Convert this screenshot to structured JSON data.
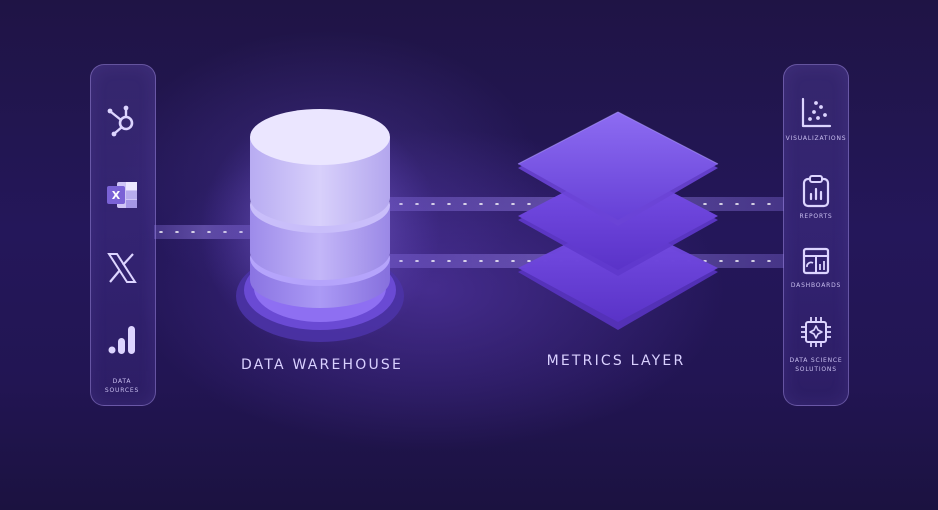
{
  "diagram": {
    "data_sources": {
      "icons": [
        "hubspot-icon",
        "excel-icon",
        "x-icon",
        "google-analytics-icon"
      ],
      "caption_line1": "DATA",
      "caption_line2": "SOURCES"
    },
    "warehouse_label": "DATA WAREHOUSE",
    "metrics_label": "METRICS LAYER",
    "outputs": [
      {
        "icon": "scatter-chart-icon",
        "line1": "VISUALIZATIONS",
        "line2": ""
      },
      {
        "icon": "clipboard-report-icon",
        "line1": "REPORTS",
        "line2": ""
      },
      {
        "icon": "dashboard-icon",
        "line1": "DASHBOARDS",
        "line2": ""
      },
      {
        "icon": "cpu-chip-icon",
        "line1": "DATA SCIENCE",
        "line2": "SOLUTIONS"
      }
    ],
    "colors": {
      "background": "#221553",
      "accent": "#8b6cf0",
      "panel_border": "#aa96eb",
      "text": "#d9d0ff"
    }
  }
}
